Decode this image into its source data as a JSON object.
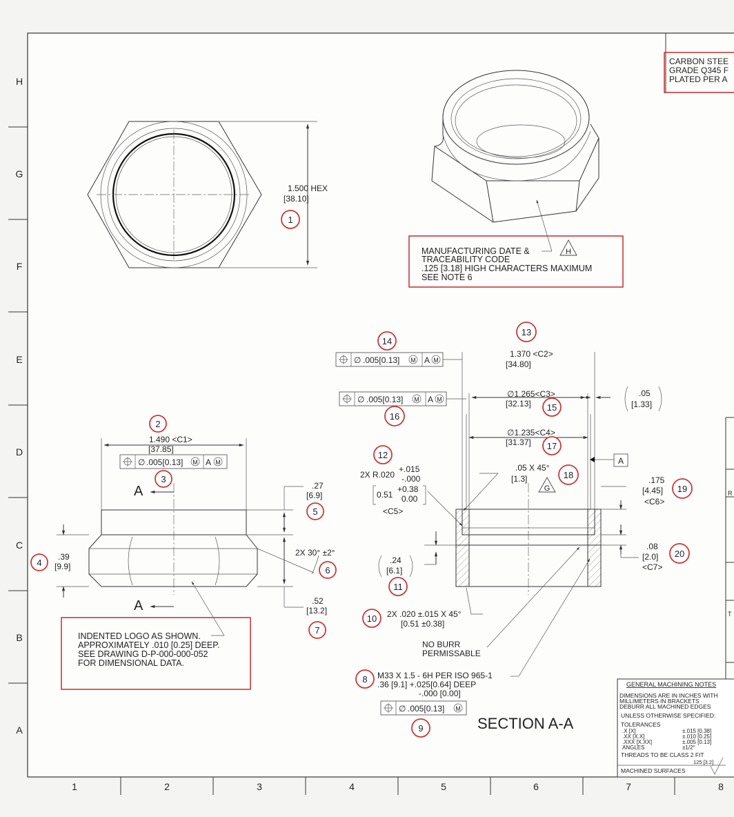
{
  "border": {
    "rows": [
      "H",
      "G",
      "F",
      "E",
      "D",
      "C",
      "B",
      "A"
    ],
    "cols": [
      "1",
      "2",
      "3",
      "4",
      "5",
      "6",
      "7",
      "8"
    ]
  },
  "material_note": [
    "CARBON STEE",
    "GRADE Q345 F",
    "PLATED PER A"
  ],
  "hex_dim": {
    "inch": "1.500  HEX",
    "mm": "[38.10]",
    "balloon": "1"
  },
  "mfg_note": {
    "lines": [
      "MANUFACTURING DATE &",
      "TRACEABILITY CODE",
      ".125 [3.18] HIGH CHARACTERS MAXIMUM",
      "SEE NOTE 6"
    ],
    "flag": "H"
  },
  "side_view": {
    "width_inch": "1.490  <C1>",
    "width_mm": "[37.85]",
    "balloon_width": "2",
    "fcf": {
      "value": ".005[0.13]",
      "mod": "M",
      "datum": "A",
      "datum_mod": "M"
    },
    "balloon_fcf": "3",
    "section_mark": "A",
    "height_inch": ".39",
    "height_mm": "[9.9]",
    "balloon_height": "4",
    "flange_inch": ".27",
    "flange_mm": "[6.9]",
    "balloon_flange": "5",
    "chamfer": "2X 30° ±2°",
    "balloon_chamfer": "6",
    "total_inch": ".52",
    "total_mm": "[13.2]",
    "balloon_total": "7"
  },
  "logo_note": {
    "lines": [
      "INDENTED LOGO AS SHOWN.",
      "APPROXIMATELY .010 [0.25] DEEP.",
      "SEE DRAWING D-P-000-000-052",
      "FOR DIMENSIONAL DATA."
    ]
  },
  "section": {
    "title": "SECTION A-A",
    "b13": {
      "balloon": "13",
      "inch": "1.370  <C2>",
      "mm": "[34.80]"
    },
    "b14": {
      "balloon": "14",
      "value": ".005[0.13]",
      "mod": "M",
      "datum": "A",
      "datum_mod": "M"
    },
    "b15": {
      "balloon": "15",
      "inch": "∅1.265<C3>",
      "mm": "[32.13]"
    },
    "b16": {
      "balloon": "16",
      "value": ".005[0.13]",
      "mod": "M",
      "datum": "A",
      "datum_mod": "M"
    },
    "ref05": {
      "inch": ".05",
      "mm": "[1.33]"
    },
    "b17": {
      "balloon": "17",
      "inch": "∅1.235<C4>",
      "mm": "[31.37]"
    },
    "datum_a": "A",
    "b12": {
      "balloon": "12",
      "radius": "2X R.020",
      "tol_plus": "+.015",
      "tol_minus": "-.000",
      "mm": "0.51",
      "mm_plus": "+0.38",
      "mm_minus": "0.00",
      "code": "<C5>"
    },
    "b18": {
      "balloon": "18",
      "inch": ".05  X 45°",
      "mm": "[1.3]",
      "flag": "G"
    },
    "b19": {
      "balloon": "19",
      "inch": ".175",
      "mm": "[4.45]",
      "code": "<C6>"
    },
    "b20": {
      "balloon": "20",
      "inch": ".08",
      "mm": "[2.0]",
      "code": "<C7>"
    },
    "b11": {
      "balloon": "11",
      "inch": ".24",
      "mm": "[6.1]"
    },
    "b10": {
      "balloon": "10",
      "line1": "2X .020 ±.015 X 45°",
      "line2": "[0.51 ±0.38]"
    },
    "burr": [
      "NO BURR",
      "PERMISSABLE"
    ],
    "b8": {
      "balloon": "8",
      "line1": "M33 X 1.5 - 6H PER ISO 965-1",
      "line2": ".36 [9.1] +.025[0.64] DEEP",
      "line3": "-.000 [0.00]"
    },
    "b9": {
      "balloon": "9",
      "value": ".005[0.13]",
      "mod": "M"
    }
  },
  "machining_notes": {
    "title": "GENERAL MACHINING NOTES",
    "lines": [
      "DIMENSIONS ARE IN INCHES WITH",
      "MILLIMETERS IN BRACKETS",
      "DEBURR ALL MACHINED EDGES",
      "UNLESS OTHERWISE SPECIFIED:",
      "TOLERANCES"
    ],
    "tolerances": [
      {
        "label": ".X [X]",
        "value": "±.015 [0.38]"
      },
      {
        "label": ".XX [X.X]",
        "value": "±.010 [0.25]"
      },
      {
        "label": ".XXX [X.XX]",
        "value": "±.005 [0.13]"
      },
      {
        "label": "ANGLES",
        "value": "±1/2°"
      }
    ],
    "threads": "THREADS TO BE CLASS 2 FIT",
    "finish": "125 [3.2]",
    "surfaces": "MACHINED SURFACES"
  }
}
